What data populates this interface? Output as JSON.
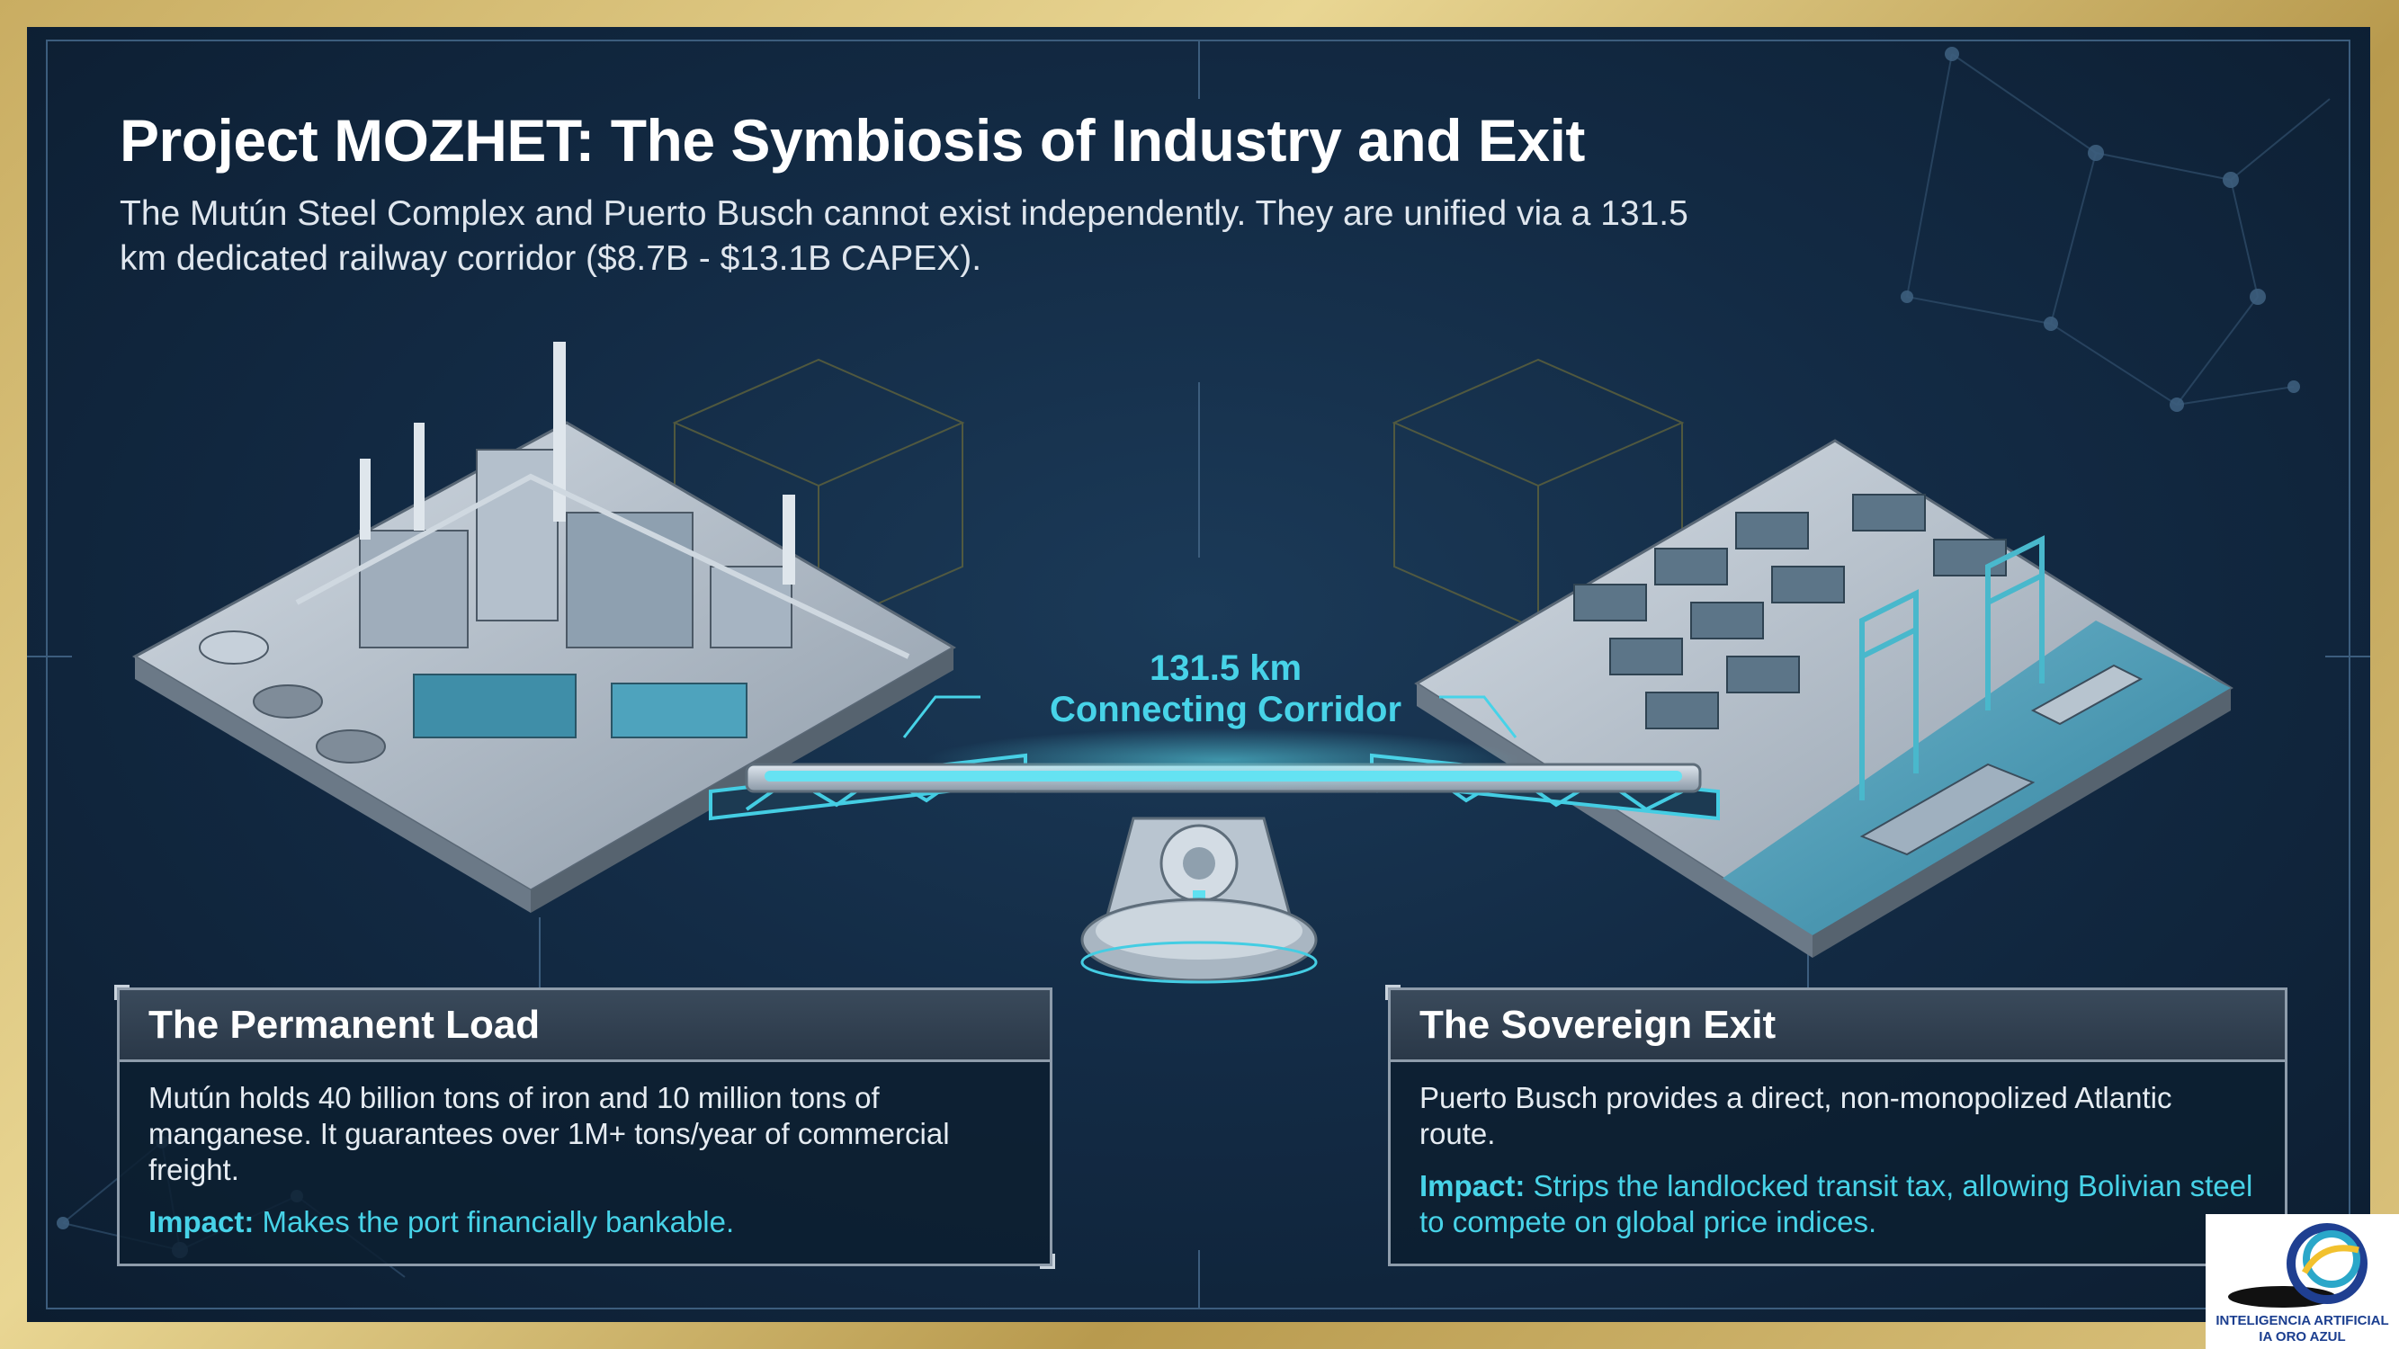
{
  "title": "Project MOZHET: The Symbiosis of Industry and Exit",
  "subtitle": "The Mutún Steel Complex and Puerto Busch cannot exist independently. They are unified via a 131.5 km dedicated railway corridor ($8.7B - $13.1B CAPEX).",
  "corridor": {
    "distance": "131.5 km",
    "caption": "Connecting Corridor"
  },
  "cards": [
    {
      "heading": "The Permanent Load",
      "body": "Mutún holds 40 billion tons of iron and 10 million tons of manganese. It guarantees over 1M+ tons/year of commercial freight.",
      "impact_label": "Impact:",
      "impact_text": "Makes the port financially bankable."
    },
    {
      "heading": "The Sovereign Exit",
      "body": "Puerto Busch provides a direct, non-monopolized Atlantic route.",
      "impact_label": "Impact:",
      "impact_text": "Strips the landlocked transit tax, allowing Bolivian steel to compete on global price indices."
    }
  ],
  "logo": {
    "line1": "INTELIGENCIA ARTIFICIAL",
    "line2": "IA ORO AZUL"
  },
  "colors": {
    "accent": "#47d3e8",
    "background": "#132b45",
    "frame": "#d8c27a"
  }
}
